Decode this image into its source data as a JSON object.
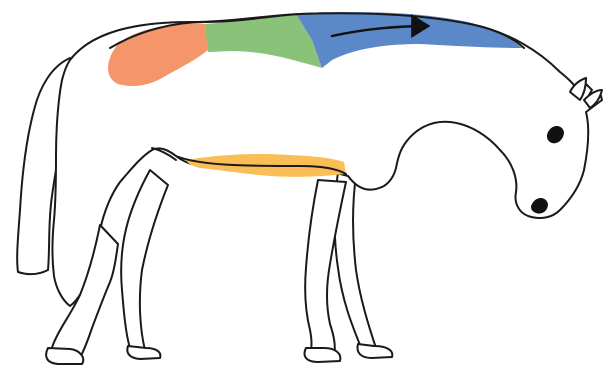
{
  "diagram": {
    "subject": "horse-side-view",
    "regions": [
      {
        "id": "shoulder-withers",
        "color": "#F4956A"
      },
      {
        "id": "mid-back",
        "color": "#8BC27A"
      },
      {
        "id": "neck-topline",
        "color": "#5B88C8"
      },
      {
        "id": "belly",
        "color": "#F9BE55"
      }
    ],
    "arrow": {
      "color": "#111111",
      "direction": "toward-head"
    },
    "outline_color": "#1a1a1a",
    "background": "#ffffff"
  }
}
